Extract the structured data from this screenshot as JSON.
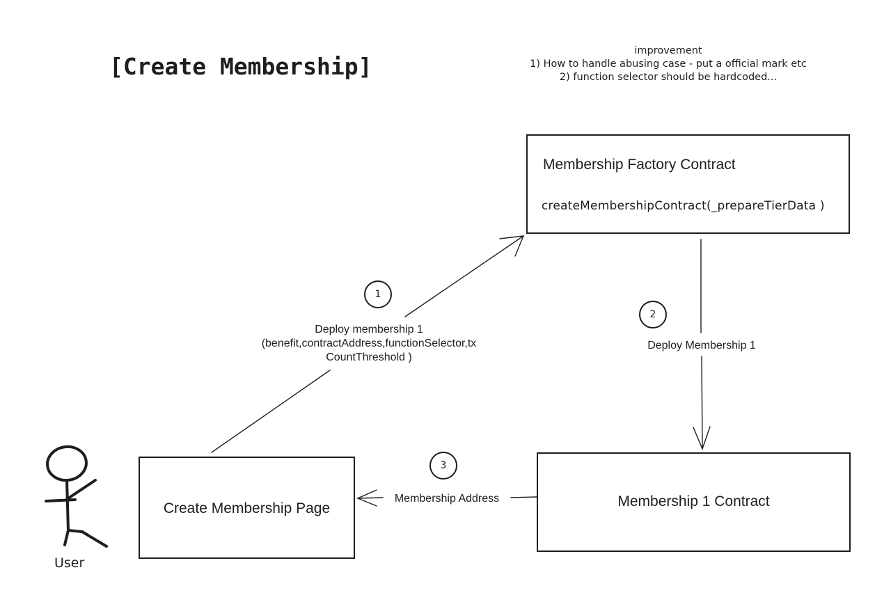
{
  "title": "[Create Membership]",
  "note": {
    "heading": "improvement",
    "line1": "1) How to handle abusing case - put a official mark etc",
    "line2": "2) function selector should be hardcoded..."
  },
  "nodes": {
    "factory": {
      "title": "Membership Factory Contract",
      "method": "createMembershipContract(_prepareTierData )"
    },
    "membership_contract": {
      "title": "Membership 1 Contract"
    },
    "create_page": {
      "title": "Create Membership Page"
    },
    "user": {
      "label": "User"
    }
  },
  "steps": [
    {
      "number": "1",
      "label_line1": "Deploy membership 1",
      "label_line2": "(benefit,contractAddress,functionSelector,tx",
      "label_line3": "CountThreshold )"
    },
    {
      "number": "2",
      "label": "Deploy Membership 1"
    },
    {
      "number": "3",
      "label": "Membership Address"
    }
  ]
}
